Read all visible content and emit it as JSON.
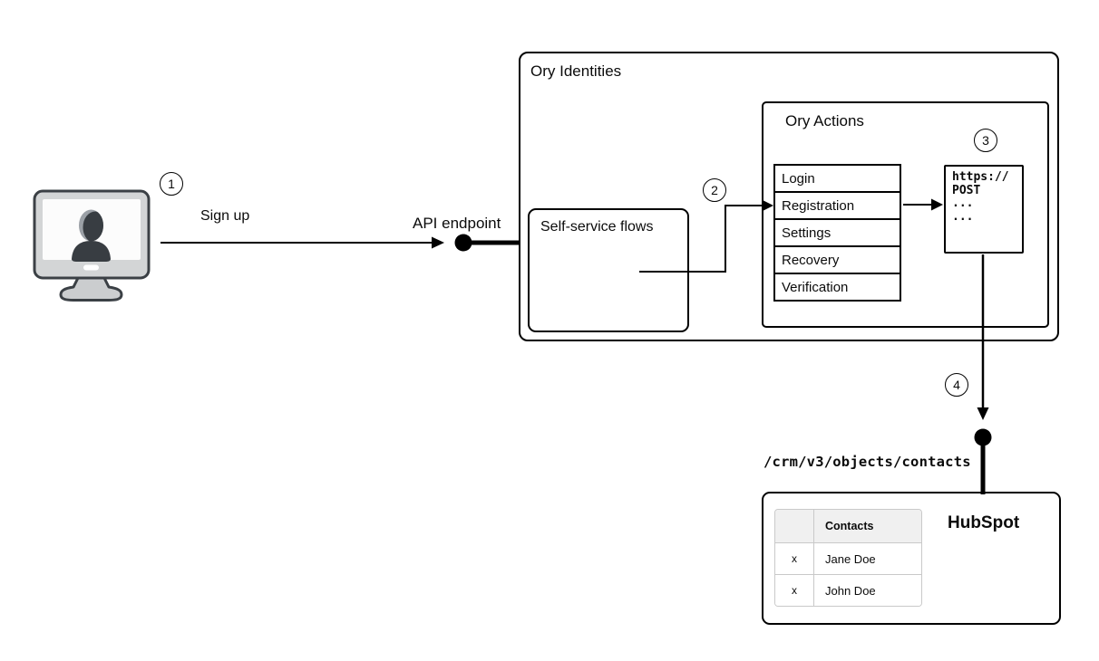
{
  "steps": [
    {
      "number": "1",
      "label": "Sign up"
    },
    {
      "number": "2"
    },
    {
      "number": "3"
    },
    {
      "number": "4"
    }
  ],
  "api_endpoint_label": "API endpoint",
  "ory_identities": {
    "title": "Ory Identities",
    "self_service_flows": {
      "title": "Self-service flows"
    },
    "ory_actions": {
      "title": "Ory Actions",
      "flows": [
        "Login",
        "Registration",
        "Settings",
        "Recovery",
        "Verification"
      ],
      "webhook_code": [
        "https://",
        "POST",
        "...",
        "..."
      ]
    }
  },
  "hubspot": {
    "title": "HubSpot",
    "endpoint": "/crm/v3/objects/contacts",
    "contacts_table": {
      "header": "Contacts",
      "rows": [
        {
          "check": "x",
          "name": "Jane Doe"
        },
        {
          "check": "x",
          "name": "John Doe"
        }
      ]
    }
  },
  "colors": {
    "line": "#000000",
    "contacts_header_bg": "#f0f0f0",
    "monitor_body": "#d3d5d6",
    "monitor_screen": "#fcfcfc",
    "silhouette": "#383d42"
  }
}
